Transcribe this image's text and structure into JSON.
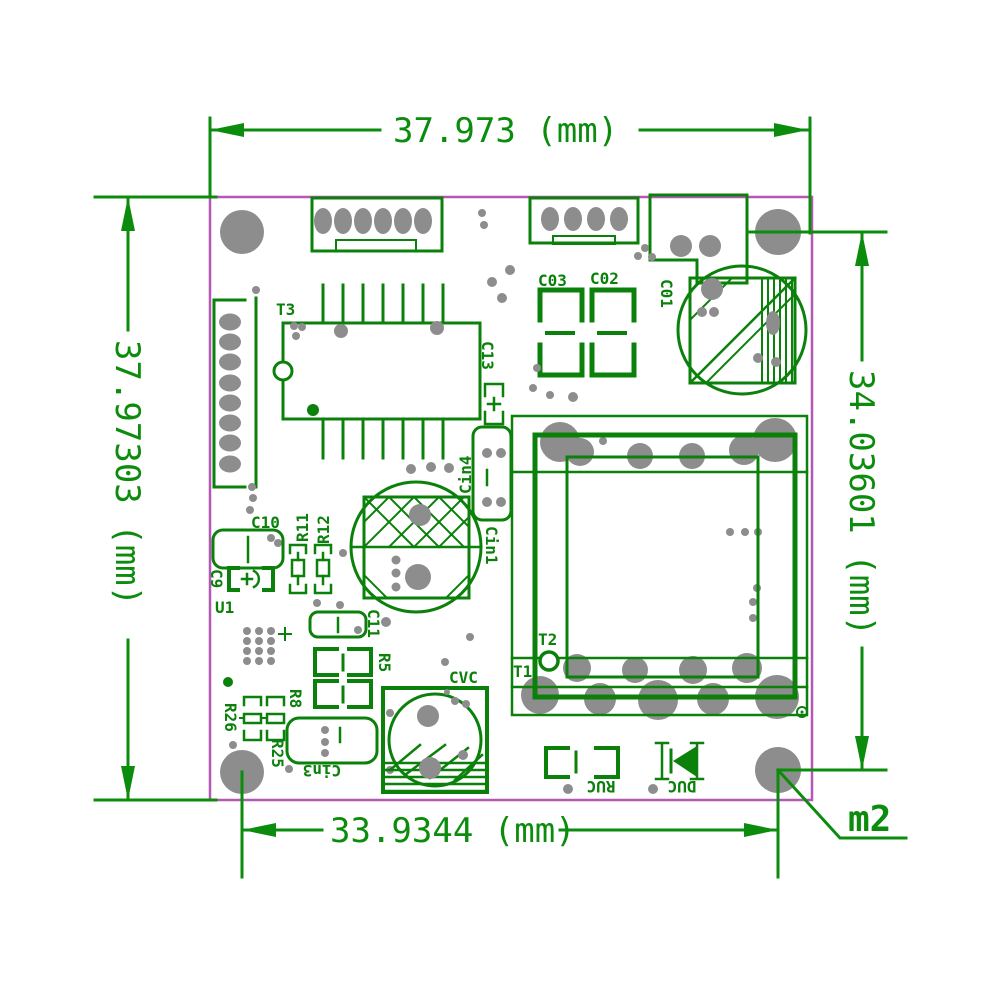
{
  "drawing": {
    "type": "PCB dimensional drawing",
    "dim_top": "37.973 (mm)",
    "dim_left": "37.97303 (mm)",
    "dim_right": "34.03601 (mm)",
    "dim_bottom": "33.9344 (mm)",
    "mount_label": "m2"
  },
  "refdes": {
    "t3": "T3",
    "c03": "C03",
    "c02": "C02",
    "c01": "C01",
    "c13": "C13",
    "cin4": "Cin4",
    "cin1": "Cin1",
    "c10": "C10",
    "c9": "C9",
    "u1": "U1",
    "r11": "R11",
    "r12": "R12",
    "c11": "C11",
    "r5": "R5",
    "r8": "R8",
    "r26": "R26",
    "r25": "R25",
    "cin3": "Cin3",
    "cvc": "CVC",
    "t1": "T1",
    "t2": "T2",
    "ruc": "RUC",
    "duc": "DUC"
  },
  "colors": {
    "silkscreen": "#0b800b",
    "dimension": "#0c8c0c",
    "board_outline": "#b558b5",
    "pad_gray": "#8d8d8d",
    "background": "#ffffff"
  }
}
